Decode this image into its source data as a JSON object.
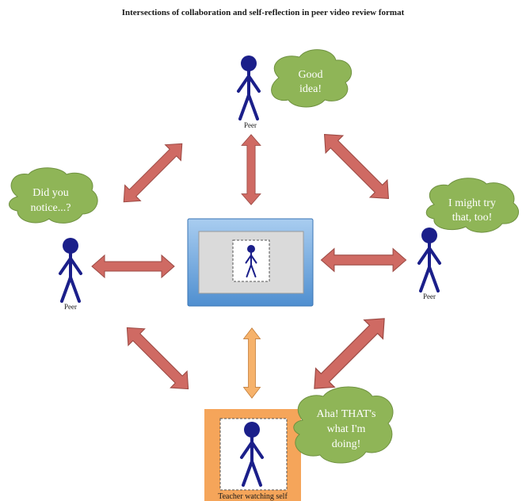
{
  "title": "Intersections of collaboration and self-reflection in peer video review format",
  "peers": {
    "top": {
      "label": "Peer",
      "speech": [
        "Good",
        "idea!"
      ]
    },
    "left": {
      "label": "Peer",
      "speech": [
        "Did you",
        "notice...?"
      ]
    },
    "right": {
      "label": "Peer",
      "speech": [
        "I might try",
        "that, too!"
      ]
    }
  },
  "teacher": {
    "label": "Teacher watching self",
    "speech": [
      "Aha!  THAT's",
      "what I'm",
      "doing!"
    ]
  },
  "colors": {
    "figure": "#1b1f8a",
    "arrow_red": "#cf6a63",
    "arrow_orange": "#f6b26b",
    "bubble_green": "#8fb557",
    "screen_blue": "#5b9bd5",
    "screen_gray": "#d9d9d9",
    "teacher_frame": "#f5a55a"
  }
}
